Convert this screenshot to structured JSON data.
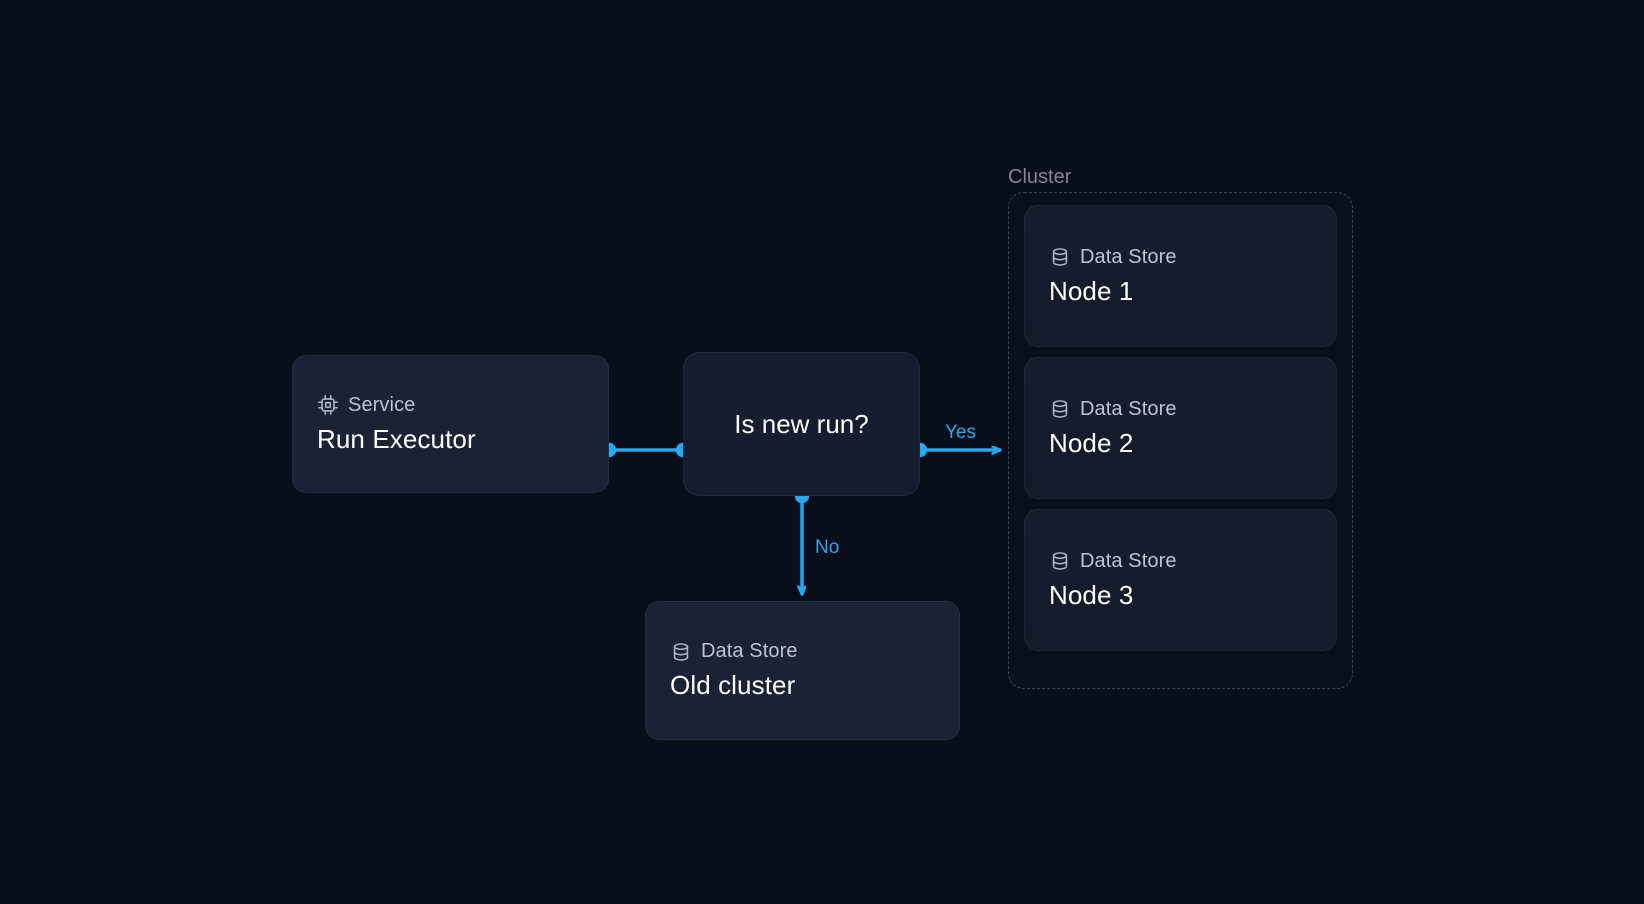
{
  "diagram": {
    "background_color": "#0a0e1a",
    "accent_color": "#29a8f0",
    "card_color": "#1a2234",
    "muted_text_color": "#b9c4d4"
  },
  "cluster": {
    "label": "Cluster"
  },
  "nodes": [
    {
      "id": "run-executor",
      "kind": "Service",
      "title": "Run Executor",
      "icon": "cpu-icon"
    },
    {
      "id": "is-new-run",
      "kind": "",
      "title": "Is new run?",
      "icon": ""
    },
    {
      "id": "old-cluster",
      "kind": "Data Store",
      "title": "Old cluster",
      "icon": "database-icon"
    },
    {
      "id": "node-1",
      "kind": "Data Store",
      "title": "Node 1",
      "icon": "database-icon"
    },
    {
      "id": "node-2",
      "kind": "Data Store",
      "title": "Node 2",
      "icon": "database-icon"
    },
    {
      "id": "node-3",
      "kind": "Data Store",
      "title": "Node 3",
      "icon": "database-icon"
    }
  ],
  "edges": [
    {
      "id": "executor-to-decision",
      "label": "",
      "from": "run-executor",
      "to": "is-new-run"
    },
    {
      "id": "decision-yes",
      "label": "Yes",
      "from": "is-new-run",
      "to": "cluster"
    },
    {
      "id": "decision-no",
      "label": "No",
      "from": "is-new-run",
      "to": "old-cluster"
    }
  ]
}
